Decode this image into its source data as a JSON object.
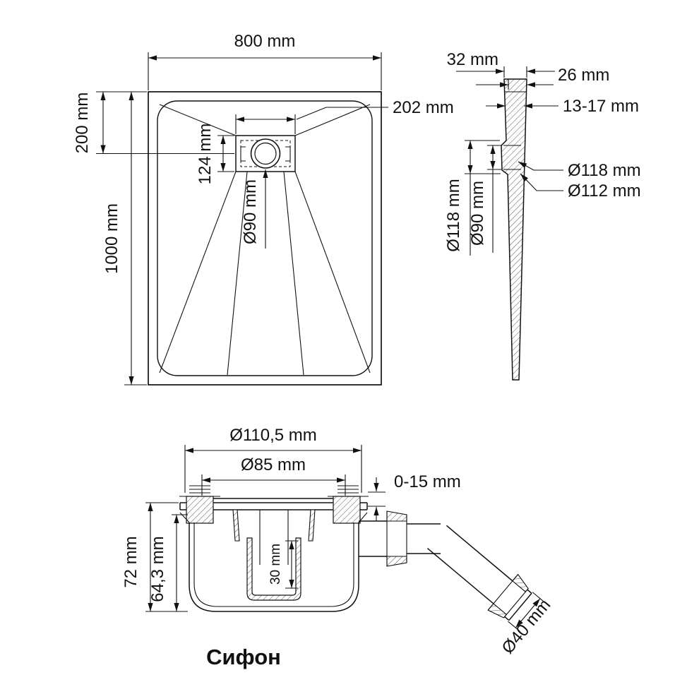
{
  "page": {
    "background": "#ffffff"
  },
  "plan_view": {
    "width": "800 mm",
    "height": "1000 mm",
    "drain_top_offset": "200 mm",
    "drain_plate_width": "202 mm",
    "drain_plate_height": "124 mm",
    "drain_diameter": "Ø90 mm"
  },
  "side_view": {
    "top_thickness": "32 mm",
    "edge_width": "26 mm",
    "thickness_range": "13-17 mm",
    "flange_outer_diameter": "Ø118 mm",
    "flange_inner_diameter": "Ø112 mm",
    "flange_outer_diameter_vertical": "Ø118 mm",
    "drain_hole_diameter": "Ø90 mm"
  },
  "siphon": {
    "top_diameter": "Ø110,5 mm",
    "inner_diameter": "Ø85 mm",
    "adjustment_range": "0-15 mm",
    "total_height": "72 mm",
    "body_height": "64,3 mm",
    "cup_depth": "30 mm",
    "outlet_diameter": "Ø40 mm",
    "caption": "Сифон",
    "caption_color": "#1d3f7a"
  }
}
